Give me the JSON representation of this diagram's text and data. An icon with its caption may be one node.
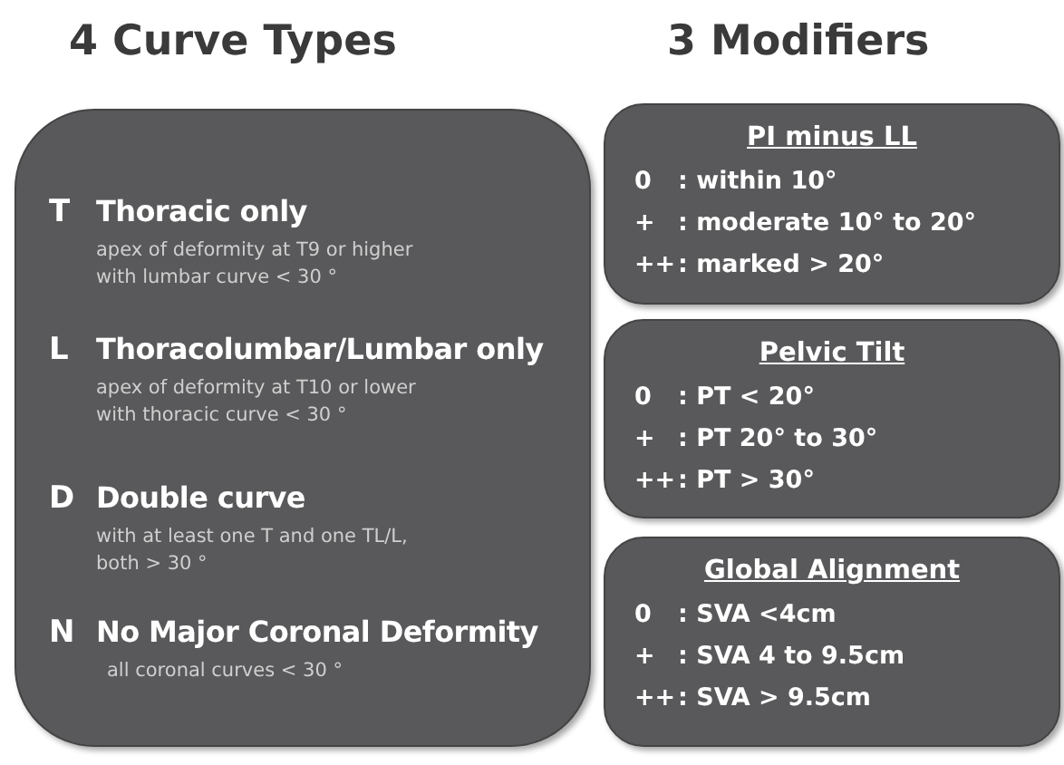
{
  "diagram": {
    "nodes": [
      {
        "text": [
          "T",
          "Thoracic only",
          "apex of deformity at T9 or higher with lumbar curve < 30 °",
          "L",
          "Thoracolumbar/Lumbar only",
          "apex of deformity at T10 or lower with thoracic curve < 30 °",
          "D",
          "Double curve",
          "with at least one T and one TL/L, both > 30 °",
          "N",
          "No Major Coronal Deformity",
          "all coronal curves < 30 °"
        ]
      },
      {
        "text": [
          "PI minus LL",
          "0",
          ": within 10°",
          "+",
          ": moderate 10° to 20°",
          "++",
          ": marked > 20°"
        ]
      },
      {
        "text": [
          "Pelvic Tilt",
          "0",
          ": PT < 20°",
          "+",
          ": PT 20° to 30°",
          "++",
          ": PT > 30°"
        ]
      },
      {
        "text": [
          "Global Alignment",
          "0",
          ": SVA <4cm",
          "+",
          ": SVA 4 to 9.5cm",
          "++",
          ": SVA > 9.5cm"
        ]
      }
    ],
    "labels": [
      "4 Curve Types",
      "3 Modifiers"
    ]
  }
}
